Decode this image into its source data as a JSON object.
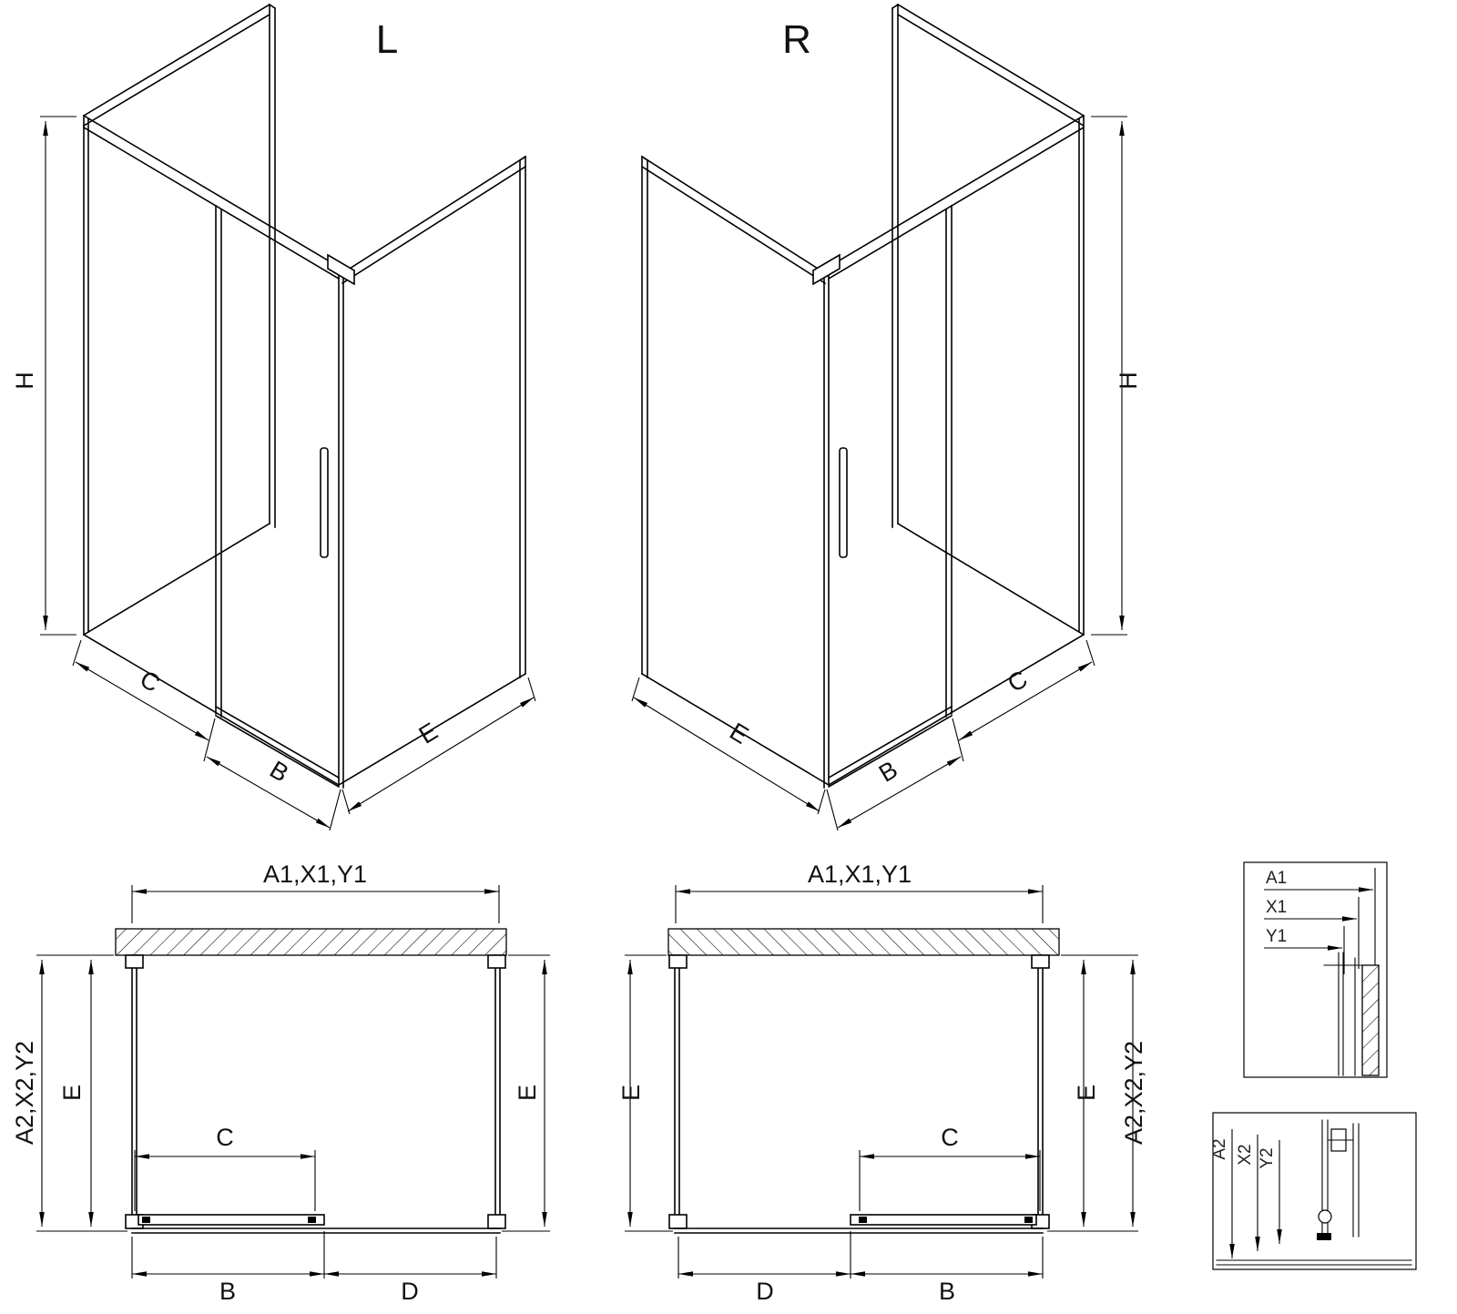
{
  "colors": {
    "line": "#000000",
    "background": "#ffffff"
  },
  "iso_left": {
    "title": "L",
    "dim_h": "H",
    "dim_c": "C",
    "dim_b": "B",
    "dim_e": "E"
  },
  "iso_right": {
    "title": "R",
    "dim_h": "H",
    "dim_c": "C",
    "dim_b": "B",
    "dim_e": "E"
  },
  "plan_left": {
    "dim_top": "A1,X1,Y1",
    "dim_side": "A2,X2,Y2",
    "dim_e_inner": "E",
    "dim_e_outer": "E",
    "dim_c": "C",
    "dim_b": "B",
    "dim_d": "D"
  },
  "plan_right": {
    "dim_top": "A1,X1,Y1",
    "dim_side": "A2,X2,Y2",
    "dim_e_inner": "E",
    "dim_e_outer": "E",
    "dim_c": "C",
    "dim_b": "B",
    "dim_d": "D"
  },
  "detail_top": {
    "dim_a1": "A1",
    "dim_x1": "X1",
    "dim_y1": "Y1"
  },
  "detail_bottom": {
    "dim_a2": "A2",
    "dim_x2": "X2",
    "dim_y2": "Y2"
  }
}
